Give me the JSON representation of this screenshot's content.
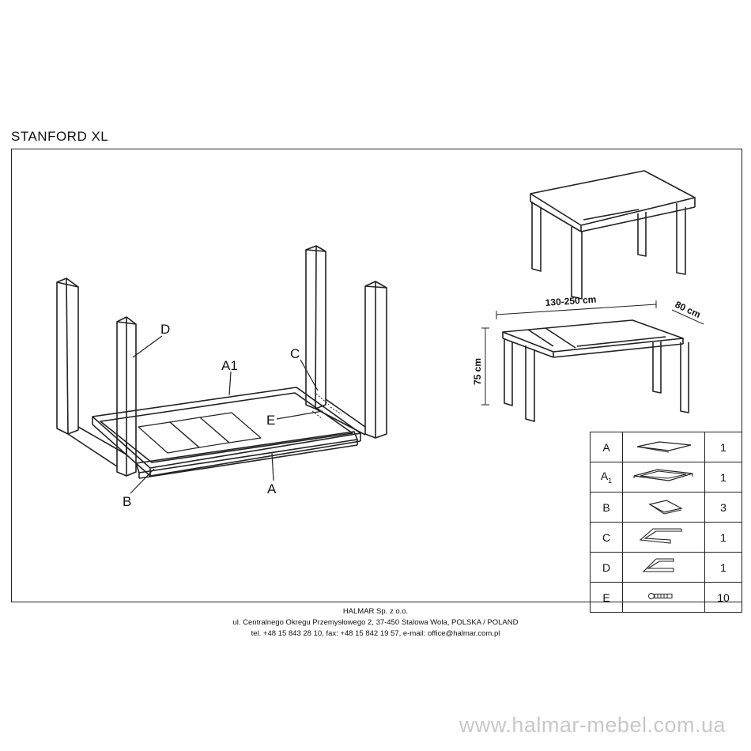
{
  "product": {
    "name": "STANFORD  XL"
  },
  "labels": {
    "D": "D",
    "A1": "A1",
    "C": "C",
    "E": "E",
    "A": "A",
    "B": "B"
  },
  "dimensions": {
    "length": "130-250 cm",
    "depth": "80 cm",
    "height": "75 cm"
  },
  "parts": [
    {
      "code": "A",
      "sub": "",
      "qty": "1",
      "icon": "top-panel-icon"
    },
    {
      "code": "A",
      "sub": "1",
      "qty": "1",
      "icon": "frame-icon"
    },
    {
      "code": "B",
      "sub": "",
      "qty": "3",
      "icon": "extension-leaf-icon"
    },
    {
      "code": "C",
      "sub": "",
      "qty": "1",
      "icon": "leg-bracket-c-icon"
    },
    {
      "code": "D",
      "sub": "",
      "qty": "1",
      "icon": "leg-bracket-d-icon"
    },
    {
      "code": "E",
      "sub": "",
      "qty": "10",
      "icon": "screw-icon"
    }
  ],
  "footer": {
    "company": "HALMAR Sp. z o.o.",
    "address": "ul. Centralnego Okregu Przemysłowego 2, 37-450 Stalowa Wola, POLSKA / POLAND",
    "contact": "tel. +48 15 843 28 10, fax: +48 15 842 19 57, e-mail: office@halmar.com.pl"
  },
  "website": "www.halmar-mebel.com.ua"
}
